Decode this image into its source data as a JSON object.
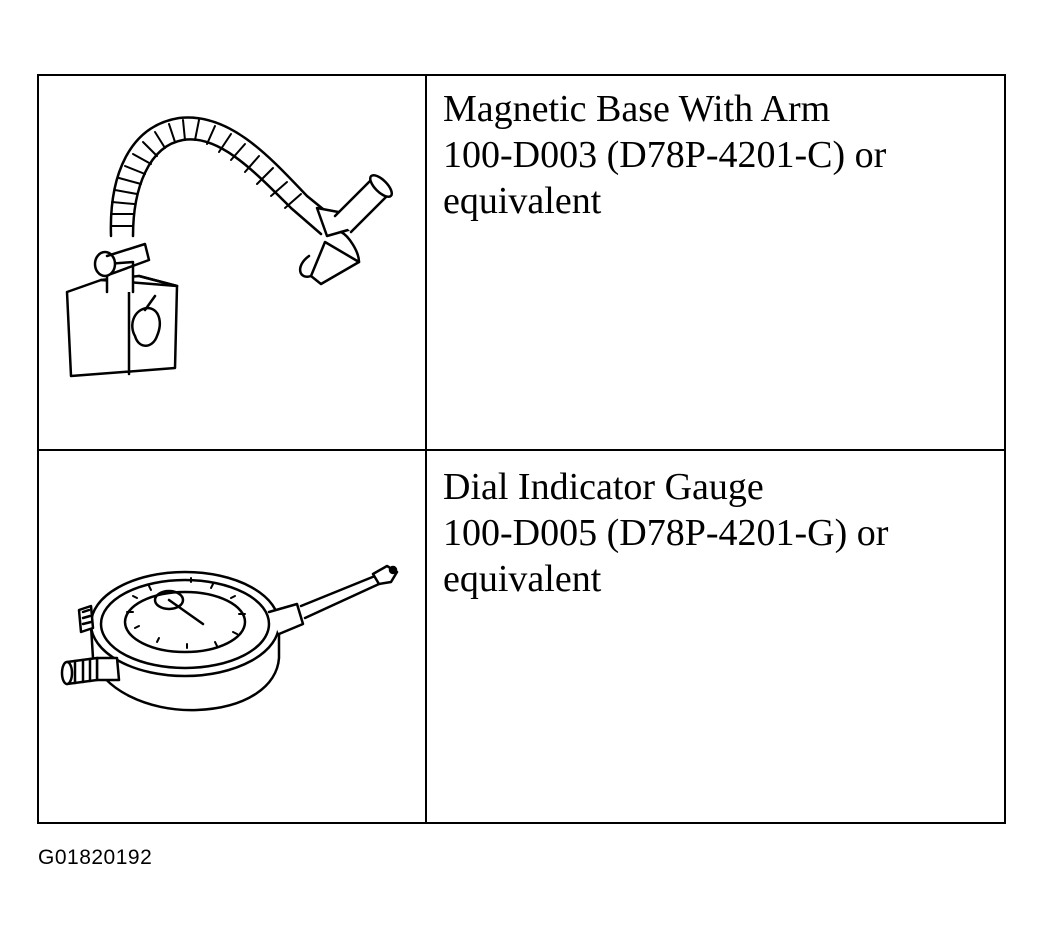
{
  "tools": [
    {
      "name": "Magnetic Base With Arm",
      "part_number": "100-D003 (D78P-4201-C) or",
      "note": "equivalent",
      "illustration": "magnetic-base-arm-icon"
    },
    {
      "name": "Dial Indicator Gauge",
      "part_number": "100-D005 (D78P-4201-G) or",
      "note": "equivalent",
      "illustration": "dial-indicator-icon"
    }
  ],
  "figure_id": "G01820192"
}
